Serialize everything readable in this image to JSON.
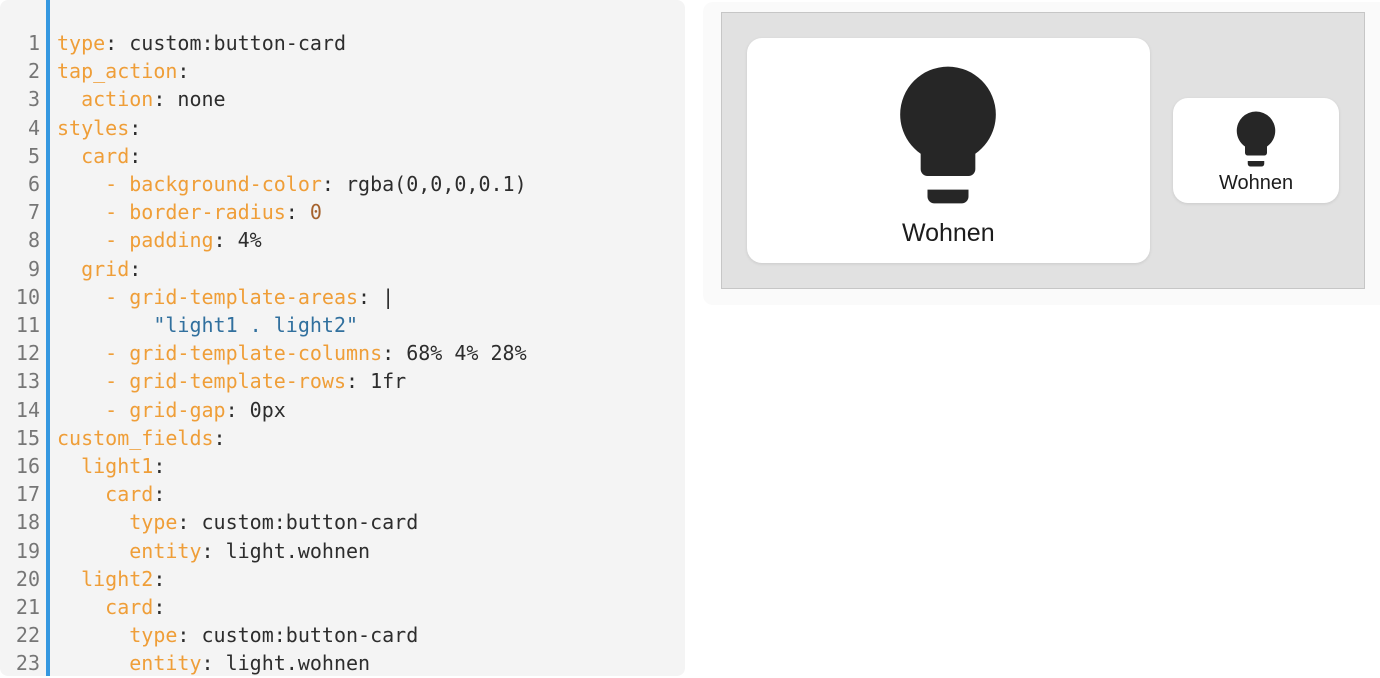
{
  "editor": {
    "lines": [
      {
        "num": "1",
        "tokens": [
          [
            "k",
            "type"
          ],
          [
            "p",
            ": custom:button-card"
          ]
        ]
      },
      {
        "num": "2",
        "tokens": [
          [
            "k",
            "tap_action"
          ],
          [
            "p",
            ":"
          ]
        ]
      },
      {
        "num": "3",
        "tokens": [
          [
            "p",
            "  "
          ],
          [
            "k",
            "action"
          ],
          [
            "p",
            ": none"
          ]
        ]
      },
      {
        "num": "4",
        "tokens": [
          [
            "k",
            "styles"
          ],
          [
            "p",
            ":"
          ]
        ]
      },
      {
        "num": "5",
        "tokens": [
          [
            "p",
            "  "
          ],
          [
            "k",
            "card"
          ],
          [
            "p",
            ":"
          ]
        ]
      },
      {
        "num": "6",
        "tokens": [
          [
            "p",
            "    "
          ],
          [
            "k",
            "- background-color"
          ],
          [
            "p",
            ": rgba(0,0,0,0.1)"
          ]
        ]
      },
      {
        "num": "7",
        "tokens": [
          [
            "p",
            "    "
          ],
          [
            "k",
            "- border-radius"
          ],
          [
            "p",
            ": "
          ],
          [
            "n",
            "0"
          ]
        ]
      },
      {
        "num": "8",
        "tokens": [
          [
            "p",
            "    "
          ],
          [
            "k",
            "- padding"
          ],
          [
            "p",
            ": 4%"
          ]
        ]
      },
      {
        "num": "9",
        "tokens": [
          [
            "p",
            "  "
          ],
          [
            "k",
            "grid"
          ],
          [
            "p",
            ":"
          ]
        ]
      },
      {
        "num": "10",
        "tokens": [
          [
            "p",
            "    "
          ],
          [
            "k",
            "- grid-template-areas"
          ],
          [
            "p",
            ": |"
          ]
        ]
      },
      {
        "num": "11",
        "tokens": [
          [
            "p",
            "        "
          ],
          [
            "s",
            "\"light1 . light2\""
          ]
        ]
      },
      {
        "num": "12",
        "tokens": [
          [
            "p",
            "    "
          ],
          [
            "k",
            "- grid-template-columns"
          ],
          [
            "p",
            ": 68% 4% 28%"
          ]
        ]
      },
      {
        "num": "13",
        "tokens": [
          [
            "p",
            "    "
          ],
          [
            "k",
            "- grid-template-rows"
          ],
          [
            "p",
            ": 1fr"
          ]
        ]
      },
      {
        "num": "14",
        "tokens": [
          [
            "p",
            "    "
          ],
          [
            "k",
            "- grid-gap"
          ],
          [
            "p",
            ": 0px"
          ]
        ]
      },
      {
        "num": "15",
        "tokens": [
          [
            "k",
            "custom_fields"
          ],
          [
            "p",
            ":"
          ]
        ]
      },
      {
        "num": "16",
        "tokens": [
          [
            "p",
            "  "
          ],
          [
            "k",
            "light1"
          ],
          [
            "p",
            ":"
          ]
        ]
      },
      {
        "num": "17",
        "tokens": [
          [
            "p",
            "    "
          ],
          [
            "k",
            "card"
          ],
          [
            "p",
            ":"
          ]
        ]
      },
      {
        "num": "18",
        "tokens": [
          [
            "p",
            "      "
          ],
          [
            "k",
            "type"
          ],
          [
            "p",
            ": custom:button-card"
          ]
        ]
      },
      {
        "num": "19",
        "tokens": [
          [
            "p",
            "      "
          ],
          [
            "k",
            "entity"
          ],
          [
            "p",
            ": light.wohnen"
          ]
        ]
      },
      {
        "num": "20",
        "tokens": [
          [
            "p",
            "  "
          ],
          [
            "k",
            "light2"
          ],
          [
            "p",
            ":"
          ]
        ]
      },
      {
        "num": "21",
        "tokens": [
          [
            "p",
            "    "
          ],
          [
            "k",
            "card"
          ],
          [
            "p",
            ":"
          ]
        ]
      },
      {
        "num": "22",
        "tokens": [
          [
            "p",
            "      "
          ],
          [
            "k",
            "type"
          ],
          [
            "p",
            ": custom:button-card"
          ]
        ]
      },
      {
        "num": "23",
        "tokens": [
          [
            "p",
            "      "
          ],
          [
            "k",
            "entity"
          ],
          [
            "p",
            ": light.wohnen"
          ]
        ]
      }
    ]
  },
  "preview": {
    "light1": {
      "label": "Wohnen",
      "icon": "lightbulb-icon"
    },
    "light2": {
      "label": "Wohnen",
      "icon": "lightbulb-icon"
    }
  },
  "colors": {
    "key_orange": "#ef9e38",
    "string_blue": "#31709e",
    "number_brown": "#a5622d",
    "code_text": "#2d2d2d",
    "line_number_gray": "#767676",
    "gutter_bar_blue": "#3598e0",
    "editor_bg": "#f4f4f4",
    "preview_bg": "#fafafa",
    "container_bg": "#e1e1e1",
    "container_border": "#c6c6c6",
    "card_bg": "#ffffff",
    "icon_dark": "#262626"
  }
}
